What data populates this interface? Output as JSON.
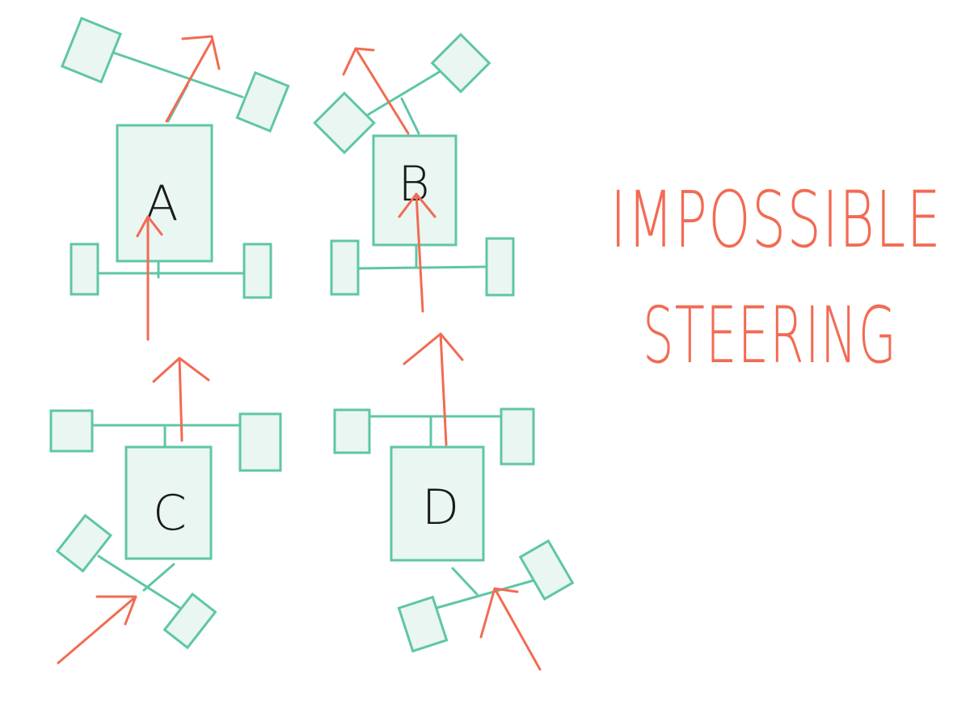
{
  "diagram": {
    "cars": [
      {
        "id": "A",
        "label": "A"
      },
      {
        "id": "B",
        "label": "B"
      },
      {
        "id": "C",
        "label": "C"
      },
      {
        "id": "D",
        "label": "D"
      }
    ],
    "caption_line1": "IMPOSSIBLE",
    "caption_line2": "STEERING",
    "colors": {
      "outline": "#5fc6a6",
      "fill": "#e9f6f1",
      "arrow": "#f26b53",
      "letter": "#1a1a1a"
    }
  }
}
